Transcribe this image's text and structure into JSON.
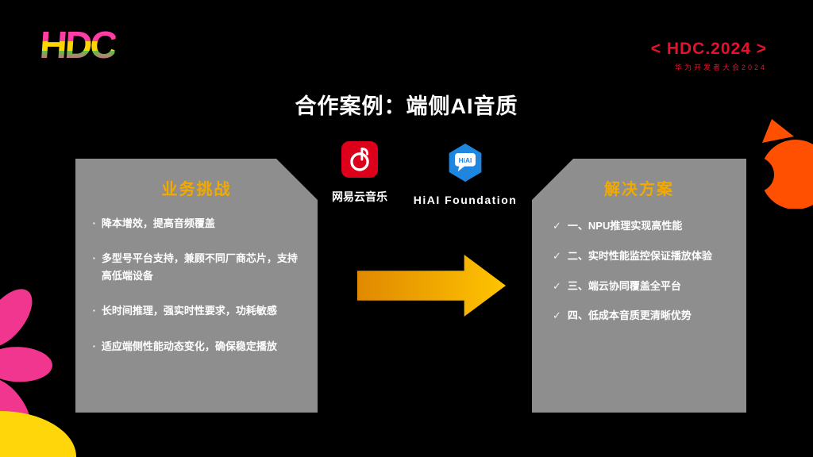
{
  "ui": {
    "bullet": "▪",
    "check": "✓"
  },
  "brand": {
    "logo_text": "HDC",
    "badge": "< HDC.2024 >",
    "badge_subtitle": "华为开发者大会2024"
  },
  "slide": {
    "title": "合作案例：端侧AI音质"
  },
  "partners": {
    "netease": {
      "label": "网易云音乐"
    },
    "hiai": {
      "label": "HiAI Foundation",
      "icon_text": "HiAI"
    }
  },
  "challenges": {
    "title": "业务挑战",
    "items": [
      "降本增效，提高音频覆盖",
      "多型号平台支持，兼顾不同厂商芯片，支持高低端设备",
      "长时间推理，强实时性要求，功耗敏感",
      "适应端侧性能动态变化，确保稳定播放"
    ]
  },
  "solutions": {
    "title": "解决方案",
    "items": [
      "一、NPU推理实现高性能",
      "二、实时性能监控保证播放体验",
      "三、端云协同覆盖全平台",
      "四、低成本音质更清晰优势"
    ]
  },
  "colors": {
    "background": "#000000",
    "accent_red": "#e8112d",
    "panel_gray": "#8e8e8e",
    "highlight_yellow": "#f2a900",
    "arrow_gold": "#ffb400",
    "netease_red": "#dd001b",
    "hiai_blue": "#1f86e0",
    "decor_pink": "#f1368f",
    "decor_orange": "#ff4f00",
    "decor_yellow": "#ffd60a"
  }
}
